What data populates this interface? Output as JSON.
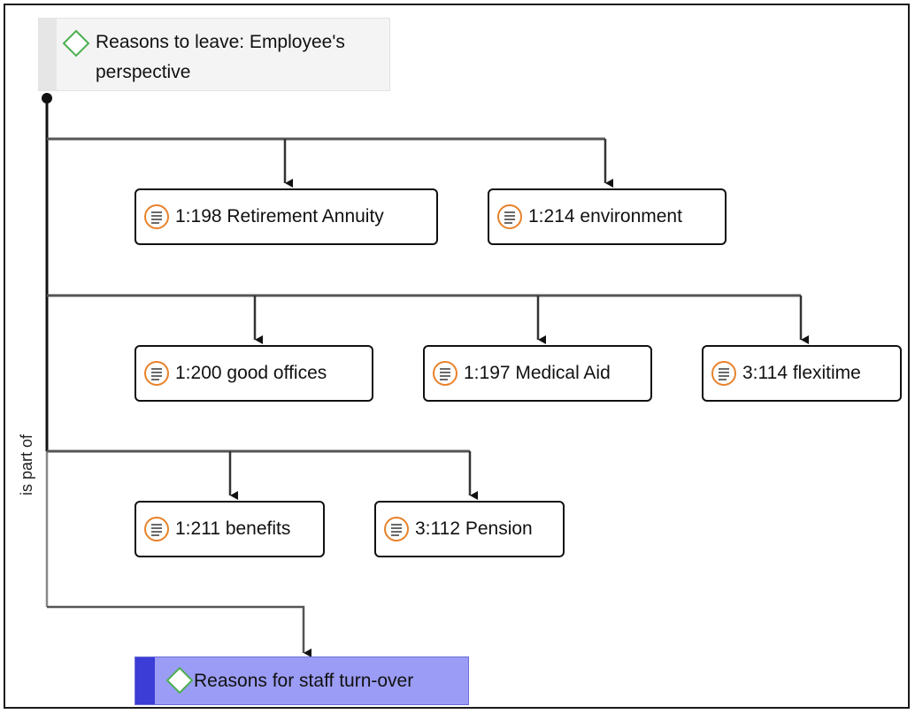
{
  "root": {
    "title": "Reasons to leave: Employee's perspective",
    "icon": "green-diamond-icon"
  },
  "relation": "is part of",
  "quotations": [
    {
      "label": "1:198 Retirement Annuity"
    },
    {
      "label": "1:214 environment"
    },
    {
      "label": "1:200 good offices"
    },
    {
      "label": "1:197 Medical Aid"
    },
    {
      "label": "3:114 flexitime"
    },
    {
      "label": "1:211 benefits"
    },
    {
      "label": "3:112 Pension"
    }
  ],
  "target": {
    "title": "Reasons for staff turn-over",
    "icon": "green-diamond-icon"
  },
  "colors": {
    "diamond": "#4caf50",
    "quote_icon": "#e8822a",
    "target_fill": "#9b9cf5",
    "target_bar": "#3b3dd6"
  }
}
